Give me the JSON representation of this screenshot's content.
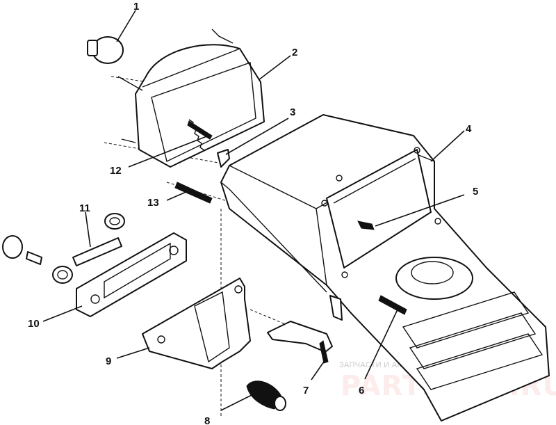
{
  "callouts": [
    {
      "id": "c1",
      "text": "1"
    },
    {
      "id": "c2",
      "text": "2"
    },
    {
      "id": "c3",
      "text": "3"
    },
    {
      "id": "c4",
      "text": "4"
    },
    {
      "id": "c5",
      "text": "5"
    },
    {
      "id": "c6",
      "text": "6"
    },
    {
      "id": "c7",
      "text": "7"
    },
    {
      "id": "c8",
      "text": "8"
    },
    {
      "id": "c9",
      "text": "9"
    },
    {
      "id": "c10",
      "text": "10"
    },
    {
      "id": "c11",
      "text": "11"
    },
    {
      "id": "c12",
      "text": "12"
    },
    {
      "id": "c13",
      "text": "13"
    }
  ],
  "watermark": {
    "tagline": "ЗАПЧАСТИ И АКСЕССУАРЫ ДЛЯ МОТОТЕХНИКИ",
    "brand": "PARTSFOR.RU",
    "brand_color": "#e85a5a"
  }
}
